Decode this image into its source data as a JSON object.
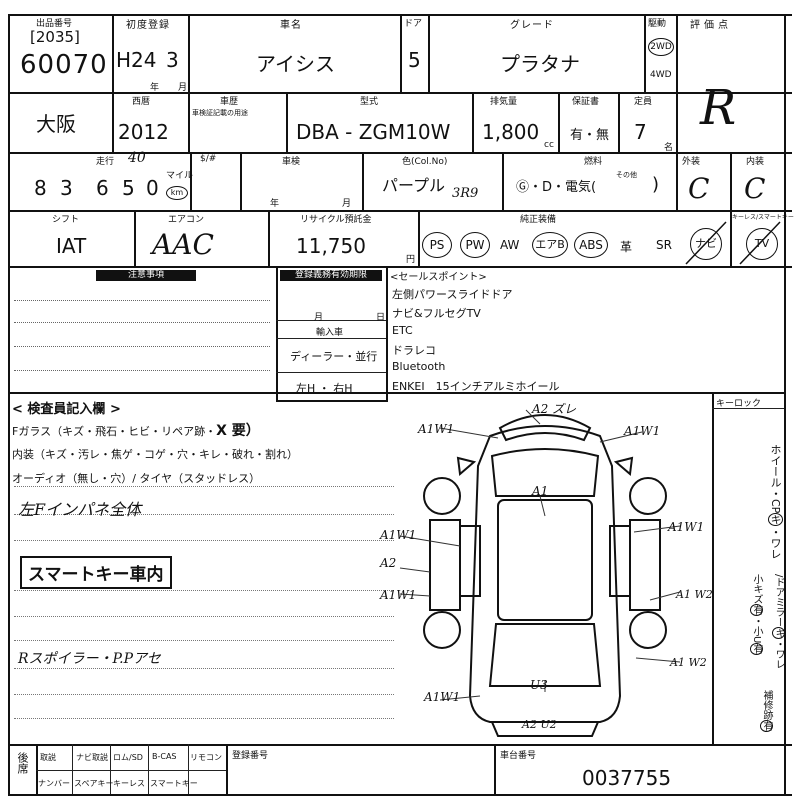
{
  "header": {
    "subtitle": "出品番号",
    "lot_box": "[2035]",
    "lot_number": "60070",
    "first_reg_label": "初度登録",
    "first_reg_era": "H24",
    "first_reg_month": "3",
    "year_unit": "年",
    "month_unit": "月",
    "car_name_label": "車名",
    "car_name": "アイシス",
    "door_label": "ドア",
    "doors": "5",
    "grade_label": "グレード",
    "grade": "プラタナ",
    "drive_label": "駆動",
    "drive_2wd": "2WD",
    "drive_4wd": "4WD",
    "score_label": "評価点",
    "score": "R"
  },
  "row2": {
    "region": "大阪",
    "year_label": "西暦",
    "year": "2012",
    "inspection_label": "車歴",
    "inspection_note": "車検証記載の用途",
    "model_label": "型式",
    "model": "DBA - ZGM10W",
    "displacement_label": "排気量",
    "displacement": "1,800",
    "cc": "cc",
    "warranty_label": "保証書",
    "warranty": "有・無",
    "capacity_label": "定員",
    "capacity": "7",
    "capacity_unit": "名"
  },
  "row3": {
    "mileage_label": "走行",
    "mileage_digits": [
      "8",
      "3",
      "6",
      "5",
      "0"
    ],
    "mileage_handwritten": "40",
    "mile_unit": "マイル",
    "km_unit": "km",
    "s_label": "$/#",
    "shaken_label": "車検",
    "color_label": "色(Col.No)",
    "color": "パープル",
    "color_code": "3R9",
    "fuel_label": "燃料",
    "fuel": "Ⓖ・D・電気(",
    "fuel_other": "その他",
    "exterior_label": "外装",
    "exterior": "C",
    "interior_label": "内装",
    "interior": "C"
  },
  "row4": {
    "shift_label": "シフト",
    "shift": "IAT",
    "aircon_label": "エアコン",
    "aircon": "AAC",
    "recycle_label": "リサイクル預託金",
    "recycle": "11,750",
    "yen": "円",
    "equipment_label": "純正装備",
    "equipment": [
      "PS",
      "PW",
      "AW",
      "エアB",
      "ABS",
      "革",
      "SR",
      "ナビ",
      "TV"
    ],
    "equipment_circled": [
      "PS",
      "PW",
      "エアB",
      "ABS",
      "ナビ",
      "TV"
    ],
    "keyless_label": "キーレス/スマートキー"
  },
  "notes": {
    "label": "注意事項",
    "reg_label": "登録義務有効期限",
    "month": "月",
    "day": "日",
    "import_label": "輸入車",
    "import_type": "ディーラー・並行",
    "handle": "左H ・ 右H",
    "sales_label": "<セールスポイント>",
    "sales_points": [
      "左側パワースライドドア",
      "ナビ&フルセグTV",
      "ETC",
      "ドラレコ",
      "Bluetooth",
      "ENKEI　15インチアルミホイール"
    ]
  },
  "inspector": {
    "label": "< 検査員記入欄 >",
    "glass": "Fガラス（キズ・飛石・ヒビ・リペア跡・",
    "glass_tail": "X 要）",
    "interior": "内装（キズ・汚レ・焦ゲ・コゲ・穴・キレ・破れ・割れ）",
    "audio": "オーディオ（無し・穴）/ タイヤ（スタッドレス）",
    "hand_note1": "左Fインパネ全体",
    "smart_key": "スマートキー車内",
    "hand_note2": "Rスポイラー・P.Pアセ"
  },
  "diagram": {
    "labels": [
      "A2 ズレ",
      "A1W1",
      "A1W1",
      "A1",
      "A1W1",
      "A1W1",
      "A2",
      "A1W1",
      "A1 W2",
      "A1 W2",
      "A1W1",
      "U3",
      "A2 U2"
    ]
  },
  "keylock": {
    "label": "キーロック",
    "side_text1": "ホイール・CP",
    "side_mark1": "キ",
    "side_text2": "ワレ",
    "side_text3": "小キズ",
    "side_text4": "有",
    "side_text5": "小U",
    "side_text6": "有",
    "side_text7": "ドアミラー",
    "side_text8": "キ",
    "side_text9": "ワレ",
    "side_text10": "補修跡",
    "side_text11": "有"
  },
  "footer": {
    "rear_label": "後席",
    "equip": [
      "取説",
      "ナビ取説",
      "ロム/SD",
      "B-CAS",
      "リモコン"
    ],
    "equip2": [
      "ナンバー",
      "スペアキー",
      "キーレス",
      "スマートキー"
    ],
    "reg_number_label": "登録番号",
    "chassis_label": "車台番号",
    "chassis": "0037755"
  }
}
